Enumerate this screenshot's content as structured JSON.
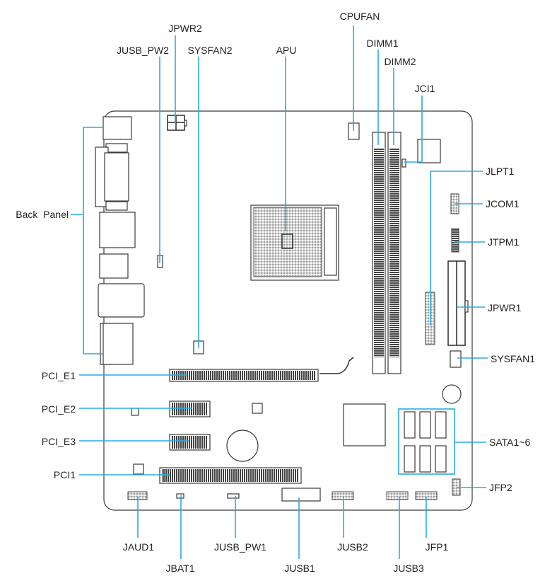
{
  "labels": {
    "jpwr2": "JPWR2",
    "jusb_pw2": "JUSB_PW2",
    "sysfan2": "SYSFAN2",
    "apu": "APU",
    "cpufan": "CPUFAN",
    "dimm1": "DIMM1",
    "dimm2": "DIMM2",
    "jci1": "JCI1",
    "jlpt1": "JLPT1",
    "jcom1": "JCOM1",
    "jtpm1": "JTPM1",
    "jpwr1": "JPWR1",
    "sysfan1": "SYSFAN1",
    "sata": "SATA1~6",
    "jfp2": "JFP2",
    "back_panel": "Back  Panel",
    "pci_e1": "PCI_E1",
    "pci_e2": "PCI_E2",
    "pci_e3": "PCI_E3",
    "pci1": "PCI1",
    "jaud1": "JAUD1",
    "jbat1": "JBAT1",
    "jusb_pw1": "JUSB_PW1",
    "jusb1": "JUSB1",
    "jusb2": "JUSB2",
    "jusb3": "JUSB3",
    "jfp1": "JFP1"
  },
  "colors": {
    "leader": "#29abe2",
    "outline": "#3a3a3a"
  }
}
